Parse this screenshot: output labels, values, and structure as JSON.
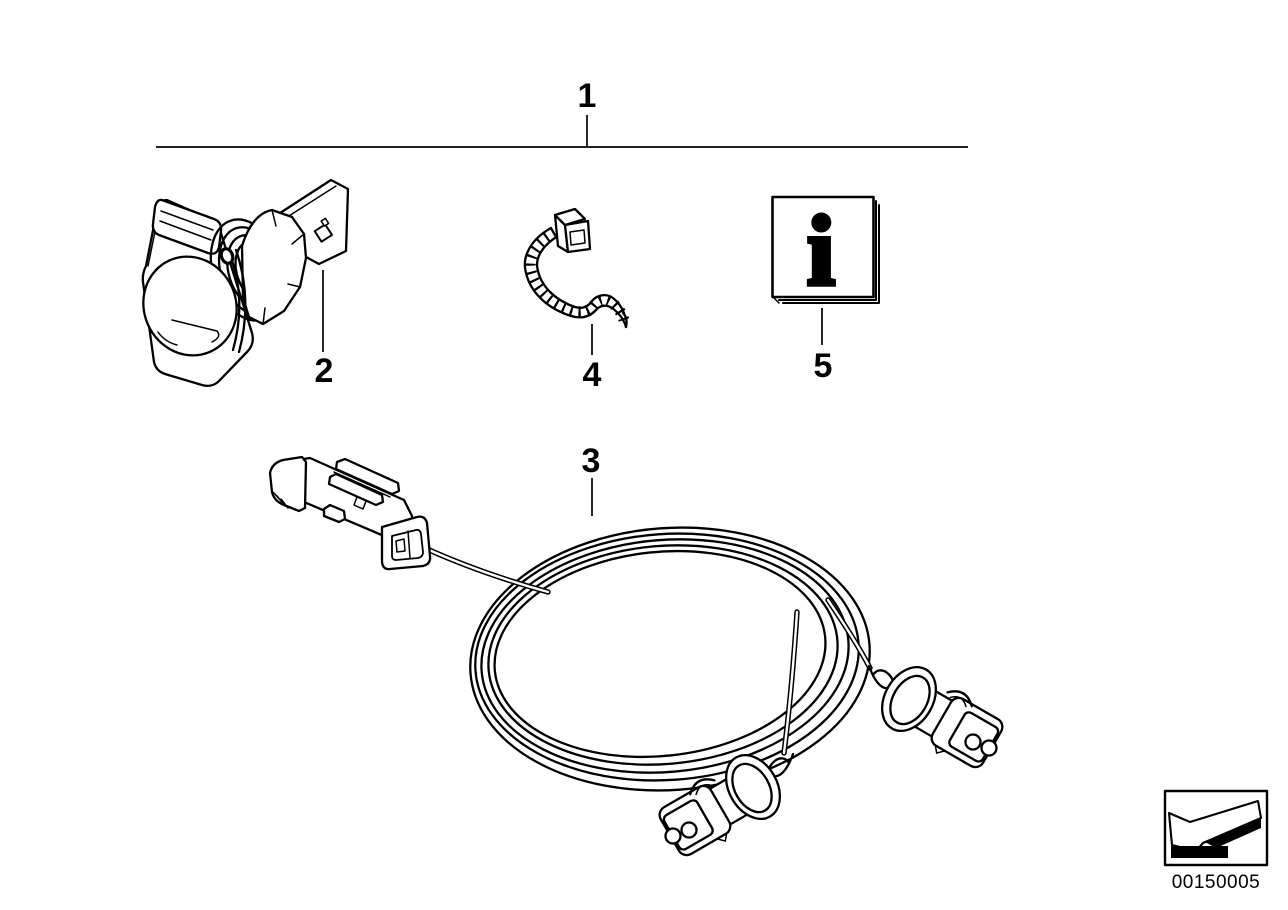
{
  "figure": {
    "callouts": {
      "group": "1",
      "socket": "2",
      "harness": "3",
      "lead": "4",
      "booklet": "5"
    },
    "booklet_letter": "i",
    "image_code": "00150005"
  },
  "colors": {
    "line": "#000000",
    "background": "#ffffff"
  }
}
